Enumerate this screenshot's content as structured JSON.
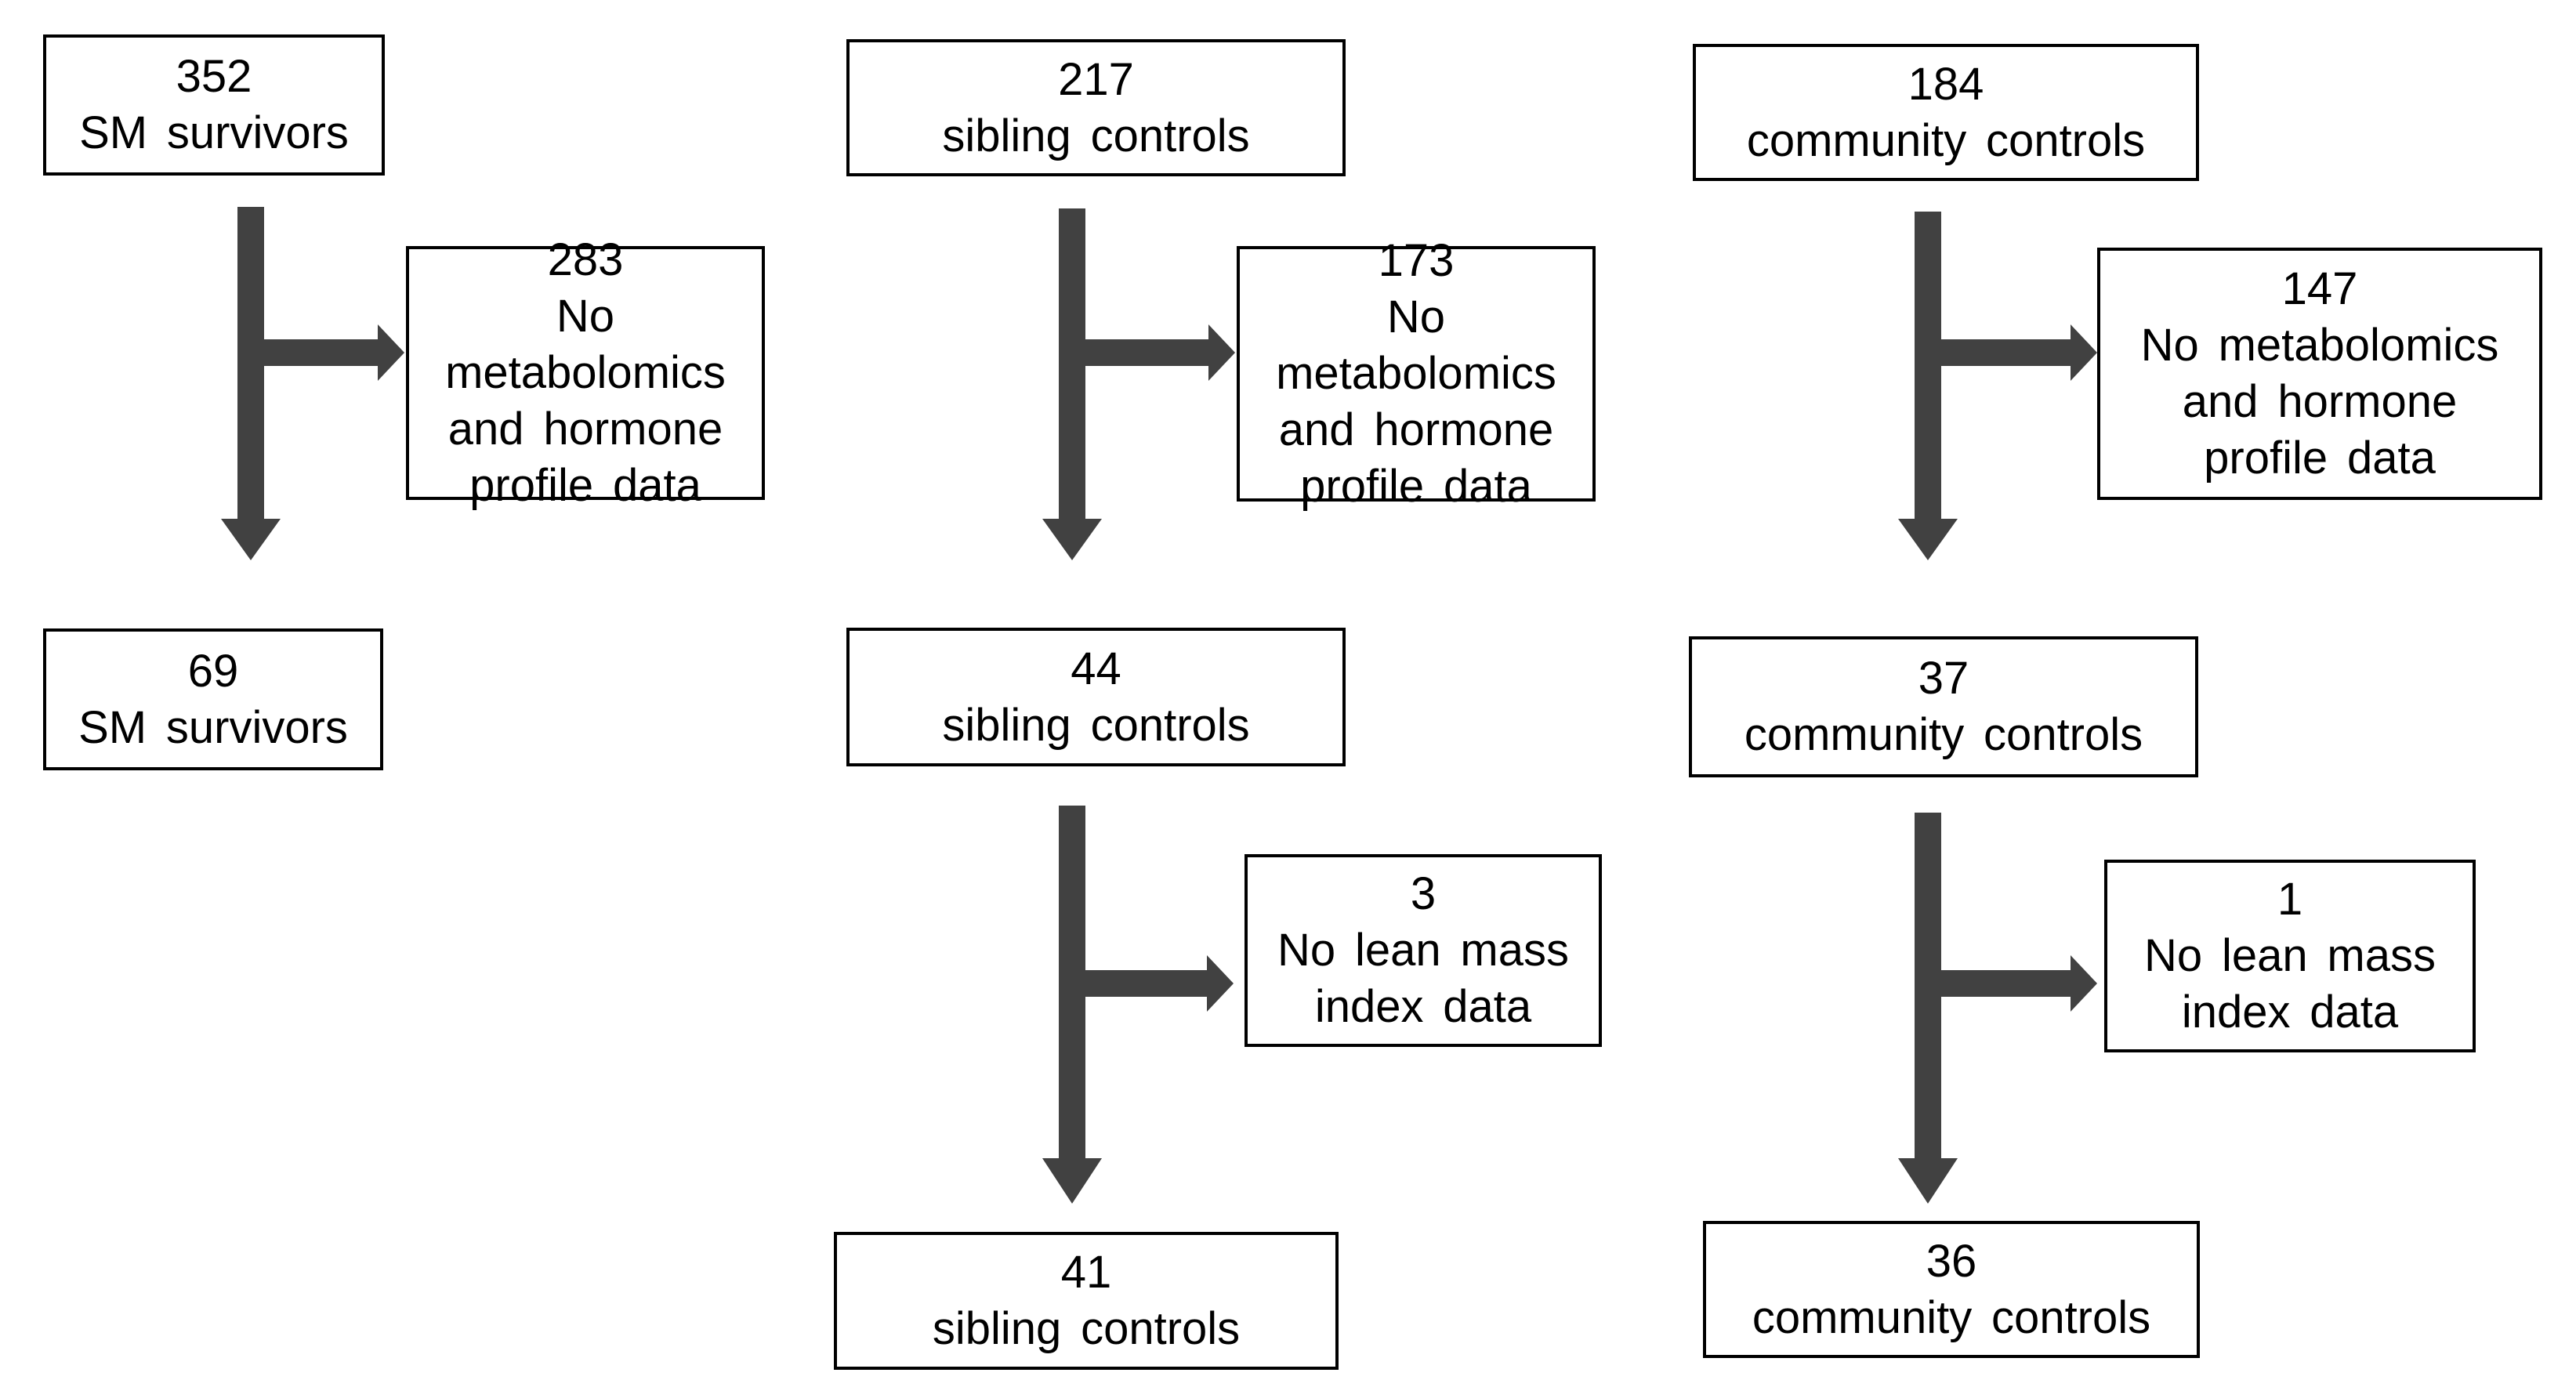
{
  "colors": {
    "arrow": "#414141",
    "box_border": "#000000",
    "box_background": "#ffffff",
    "text": "#000000",
    "page_background": "#ffffff"
  },
  "nodes": {
    "sm_initial": [
      "352",
      "SM survivors"
    ],
    "sm_excluded": [
      "283",
      "No metabolomics",
      "and hormone",
      "profile data"
    ],
    "sm_final": [
      "69",
      "SM survivors"
    ],
    "sib_initial": [
      "217",
      "sibling controls"
    ],
    "sib_excluded": [
      "173",
      "No metabolomics",
      "and hormone",
      "profile data"
    ],
    "sib_mid": [
      "44",
      "sibling controls"
    ],
    "sib_excluded2": [
      "3",
      "No lean mass",
      "index data"
    ],
    "sib_final": [
      "41",
      "sibling controls"
    ],
    "com_initial": [
      "184",
      "community controls"
    ],
    "com_excluded": [
      "147",
      "No metabolomics",
      "and hormone",
      "profile data"
    ],
    "com_mid": [
      "37",
      "community controls"
    ],
    "com_excluded2": [
      "1",
      "No lean mass",
      "index data"
    ],
    "com_final": [
      "36",
      "community controls"
    ]
  }
}
